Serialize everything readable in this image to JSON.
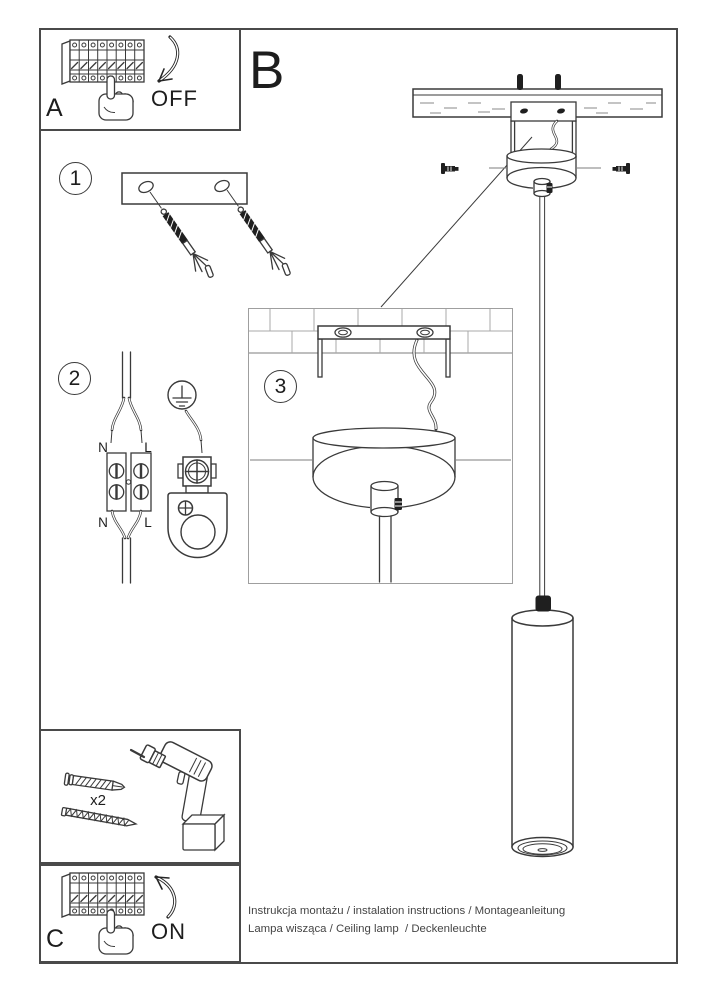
{
  "sheet": {
    "background": "#ffffff",
    "line_color": "#3a3a3a"
  },
  "labels": {
    "box_a": "A",
    "box_b": "B",
    "box_c": "C",
    "breaker_off": "OFF",
    "breaker_on": "ON"
  },
  "steps": {
    "step1": "1",
    "step2": "2",
    "step3": "3"
  },
  "wiring": {
    "neutral_top": "N",
    "live_top": "L",
    "neutral_bottom": "N",
    "live_bottom": "L"
  },
  "hardware": {
    "anchor_quantity": "x2"
  },
  "footer": {
    "line1": "Instrukcja montażu / instalation instructions / Montageanleitung",
    "line2": "Lampa wisząca / Ceiling lamp  / Deckenleuchte"
  }
}
